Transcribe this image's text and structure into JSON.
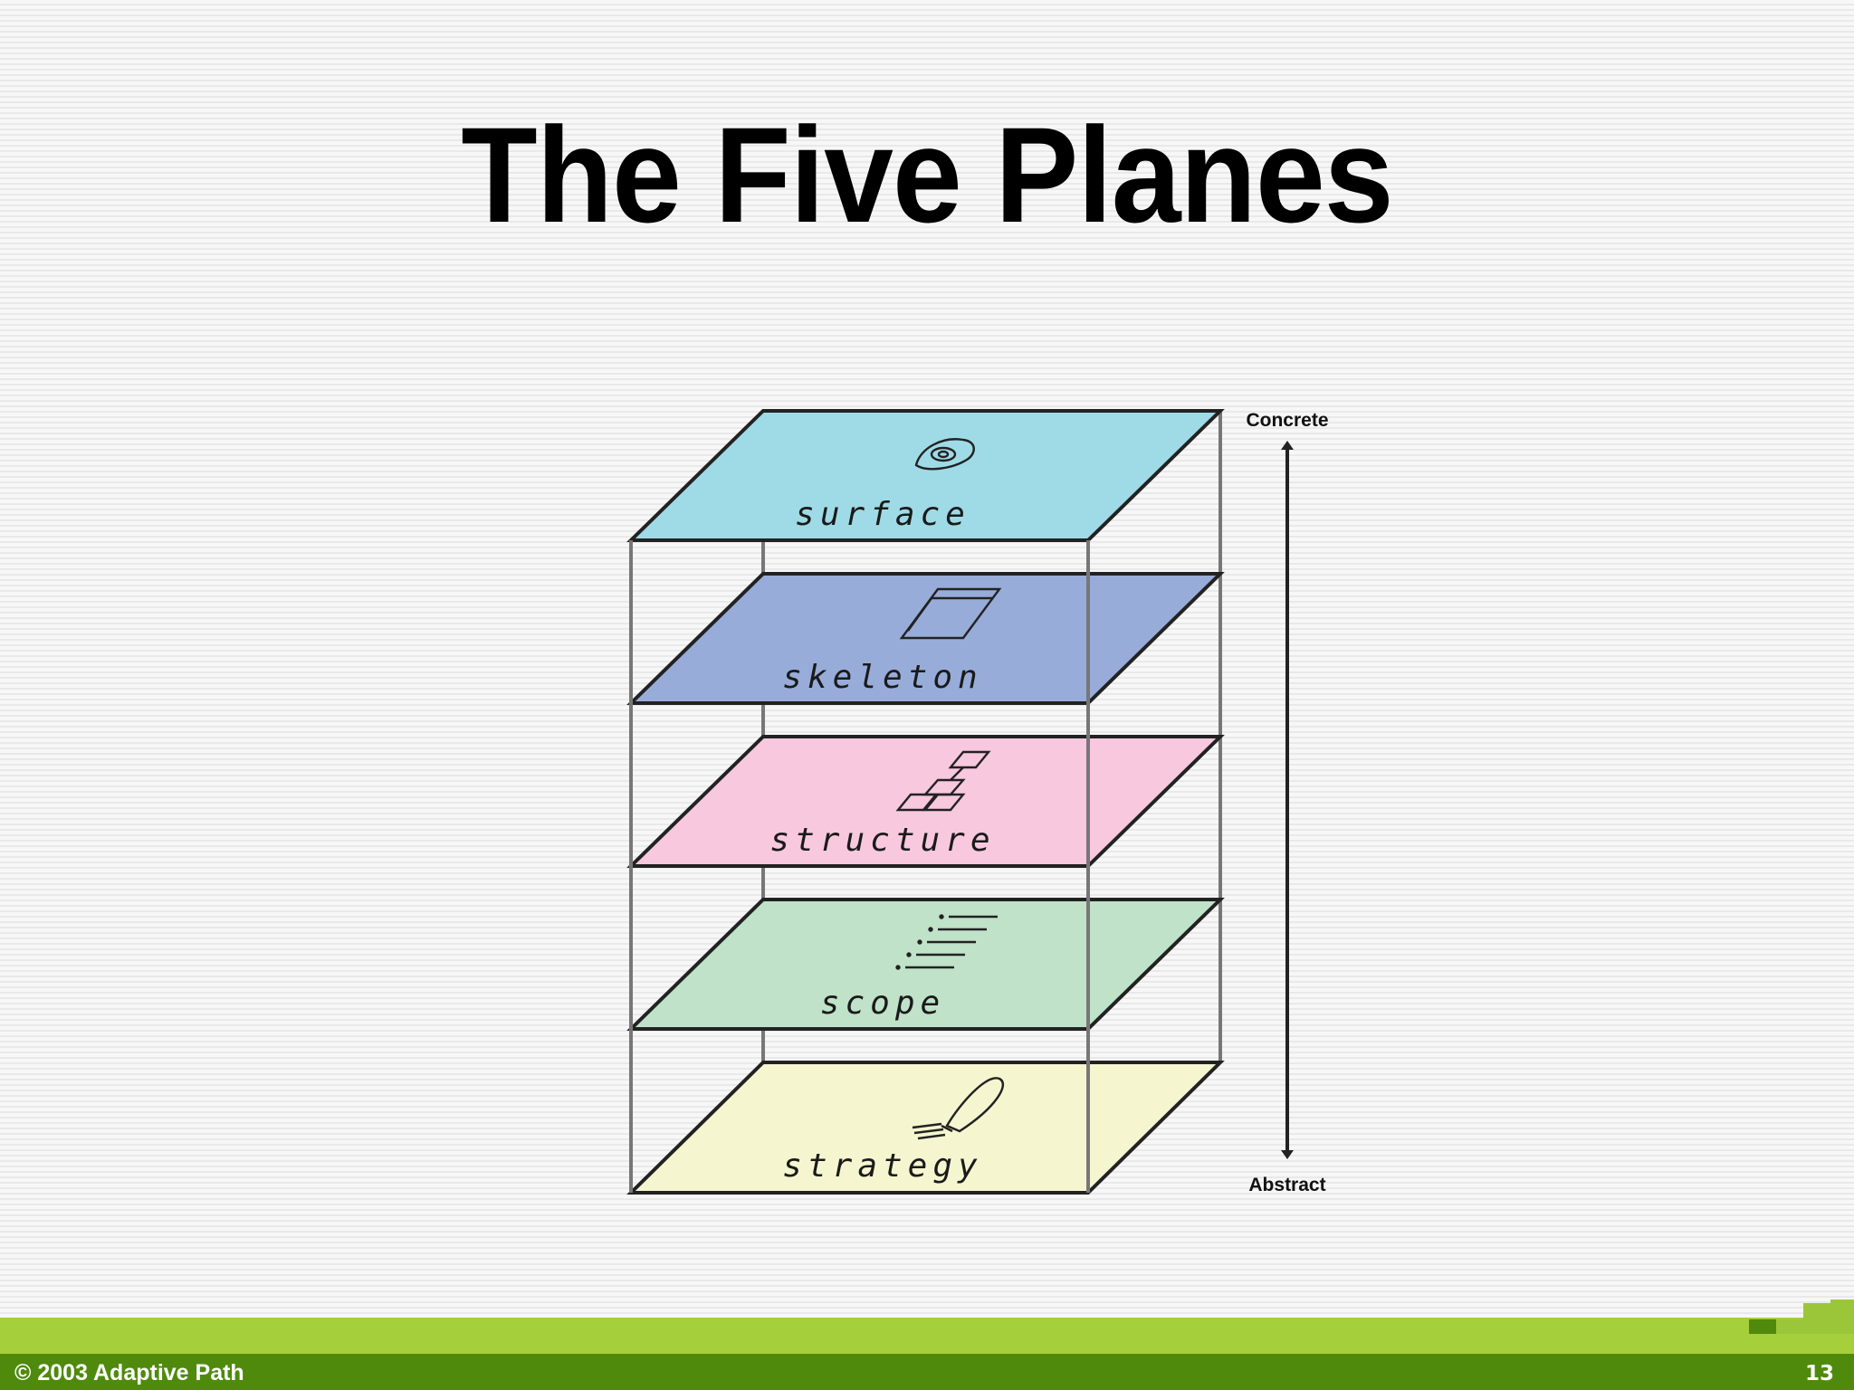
{
  "slide": {
    "title": "The Five Planes",
    "footer_copyright": "© 2003 Adaptive Path",
    "page_number": "13"
  },
  "diagram": {
    "planes": [
      {
        "id": "surface",
        "label": "surface",
        "color": "#9edbe6",
        "icon": "eye-icon"
      },
      {
        "id": "skeleton",
        "label": "skeleton",
        "color": "#98acda",
        "icon": "wireframe-icon"
      },
      {
        "id": "structure",
        "label": "structure",
        "color": "#f8c8df",
        "icon": "hierarchy-icon"
      },
      {
        "id": "scope",
        "label": "scope",
        "color": "#bfe2c9",
        "icon": "list-icon"
      },
      {
        "id": "strategy",
        "label": "strategy",
        "color": "#f5f5d0",
        "icon": "lightbulb-icon"
      }
    ],
    "axis": {
      "top_label": "Concrete",
      "bottom_label": "Abstract"
    }
  },
  "colors": {
    "footer_band": "#a6cf3c",
    "footer_bar": "#4f8a0c",
    "outline": "#222222",
    "post": "#777777"
  }
}
